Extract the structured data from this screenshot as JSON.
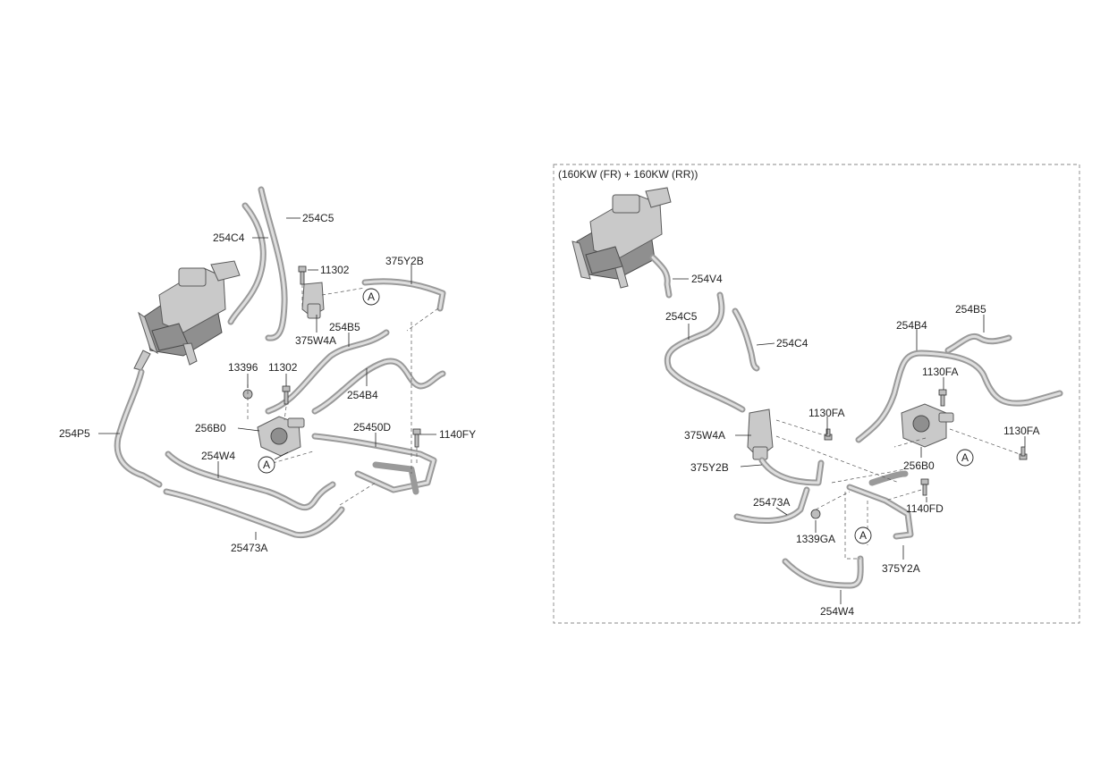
{
  "left_labels": {
    "l_254C5": "254C5",
    "l_254C4": "254C4",
    "l_11302_top": "11302",
    "l_375Y2B": "375Y2B",
    "l_375W4A": "375W4A",
    "l_254B5": "254B5",
    "l_13396": "13396",
    "l_11302_mid": "11302",
    "l_254B4": "254B4",
    "l_254P5": "254P5",
    "l_256B0": "256B0",
    "l_25450D": "25450D",
    "l_1140FY": "1140FY",
    "l_254W4": "254W4",
    "l_25473A": "25473A",
    "ref_a1": "A",
    "ref_a2": "A"
  },
  "variant_frame": {
    "title": "(160KW (FR) + 160KW (RR))"
  },
  "right_labels": {
    "r_254V4": "254V4",
    "r_254C5": "254C5",
    "r_254C4": "254C4",
    "r_254B4": "254B4",
    "r_254B5": "254B5",
    "r_1130FA_a": "1130FA",
    "r_1130FA_b": "1130FA",
    "r_1130FA_c": "1130FA",
    "r_375W4A": "375W4A",
    "r_375Y2B": "375Y2B",
    "r_256B0": "256B0",
    "r_25473A": "25473A",
    "r_1140FD": "1140FD",
    "r_1339GA": "1339GA",
    "r_375Y2A": "375Y2A",
    "r_254W4": "254W4",
    "ref_a3": "A",
    "ref_a4": "A"
  }
}
